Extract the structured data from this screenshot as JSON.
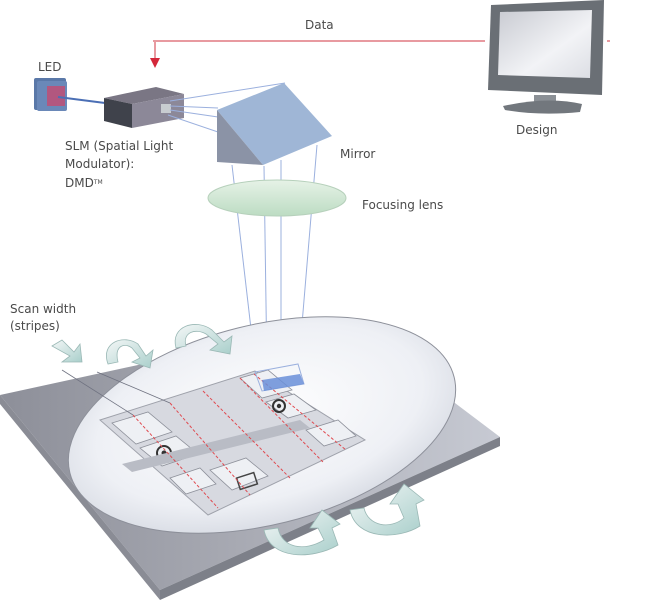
{
  "title": "Maskless lithography: DMD-based direct imaging system",
  "labels": {
    "data": "Data",
    "led": "LED",
    "slm_line1": "SLM (Spatial Light",
    "slm_line2": "Modulator):",
    "slm_line3": "DMD",
    "slm_tm": "TM",
    "mirror": "Mirror",
    "focusing_lens": "Focusing lens",
    "design": "Design",
    "scan_line1": "Scan width",
    "scan_line2": "(stripes)"
  },
  "colors": {
    "data_arrow": "#e0474c",
    "led_body": "#5a78a8",
    "led_face": "#b2577f",
    "slm_body": "#54535e",
    "mirror": "#9fb6d6",
    "lens": "#cfe6d3",
    "beam": "#8ea4d6",
    "stage": "#9a9ca6",
    "wafer": "#e8ebf1",
    "scan_arrow": "#b9d8d4",
    "stripe_line": "#e04a50",
    "exposure_spot": "#6a8fd8",
    "monitor": "#6a6f75"
  }
}
